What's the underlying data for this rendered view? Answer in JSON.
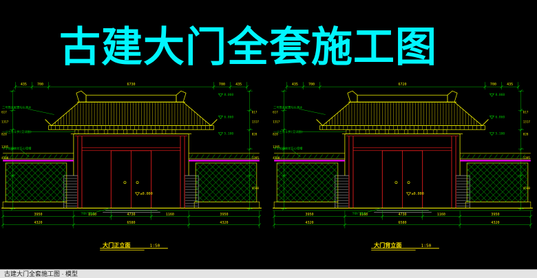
{
  "page": {
    "title": "古建大门全套施工图",
    "background": "#000000",
    "title_color": "#00f6ff"
  },
  "statusbar": {
    "text": "古建大门全套施工图 · 模型"
  },
  "colors": {
    "line_yellow": "#e8e800",
    "dim_green": "#00bb00",
    "axis_red": "#ff2020",
    "band_magenta": "#ff00ff",
    "label_green": "#00cc00",
    "caption_yellow": "#ffe800"
  },
  "elevations": [
    {
      "caption": "大门正立面",
      "scale": "1:50",
      "dims_top": [
        "435",
        "700",
        "6730",
        "700",
        "435"
      ],
      "dims_left": [
        "617",
        "1317",
        "828",
        "1395",
        "4500"
      ],
      "dims_right": [
        "617",
        "1317",
        "828",
        "1395",
        "4500"
      ],
      "levels": [
        "8.060",
        "6.860",
        "5.100"
      ],
      "dims_bottom_row1": [
        "3950",
        "1160",
        "4730",
        "1160",
        "3950"
      ],
      "dims_bottom_row2": [
        "4320",
        "6580",
        "4320"
      ],
      "labels": {
        "roof": "二号筒瓦配置勾头滴水",
        "bracket": "一斗三升斗拱(见详图)",
        "lattice": "十字花砌筑花瓦心墙帽",
        "plinth": "下卧门枕石",
        "datum": "±0.000"
      }
    },
    {
      "caption": "大门背立面",
      "scale": "1:50",
      "dims_top": [
        "435",
        "700",
        "6720",
        "700",
        "435"
      ],
      "dims_left": [
        "617",
        "1317",
        "828",
        "1395",
        "4500"
      ],
      "dims_right": [
        "617",
        "1317",
        "828",
        "1395",
        "4500"
      ],
      "levels": [
        "8.060",
        "6.860",
        "5.100"
      ],
      "dims_bottom_row1": [
        "3950",
        "1160",
        "4730",
        "1160",
        "3950"
      ],
      "dims_bottom_row2": [
        "4320",
        "6580",
        "4320"
      ],
      "labels": {
        "roof": "二号筒瓦配置勾头滴水",
        "bracket": "一斗三升斗拱(见详图)",
        "lattice": "十字花砌筑花瓦心墙帽",
        "plinth": "下卧门枕石",
        "datum": "±0.000"
      }
    }
  ]
}
